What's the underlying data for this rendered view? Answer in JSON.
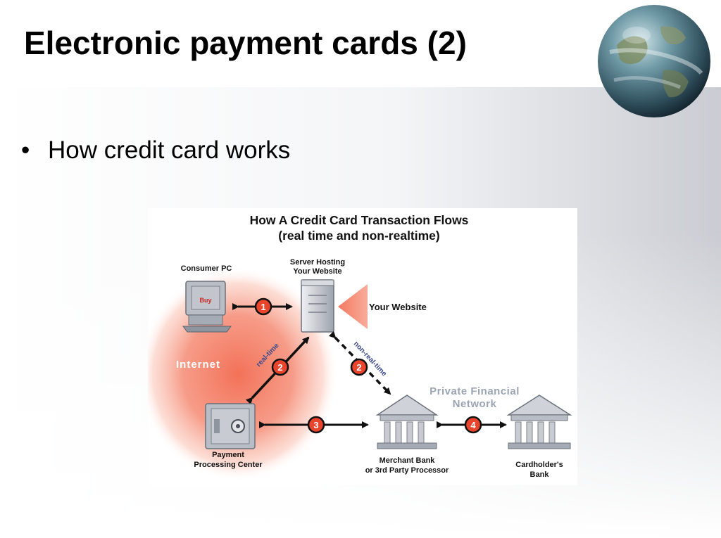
{
  "slide": {
    "title": "Electronic payment cards (2)",
    "bullets": [
      {
        "text": "How credit card works"
      }
    ]
  },
  "diagram": {
    "title_line1": "How A Credit Card Transaction Flows",
    "title_line2": "(real time and non-realtime)",
    "nodes": {
      "consumer_pc": "Consumer PC",
      "buy_label": "Buy",
      "server_line1": "Server Hosting",
      "server_line2": "Your Website",
      "your_website": "Your Website",
      "internet": "Internet",
      "private_net_line1": "Private Financial",
      "private_net_line2": "Network",
      "payment_line1": "Payment",
      "payment_line2": "Processing Center",
      "merchant_line1": "Merchant Bank",
      "merchant_line2": "or 3rd Party Processor",
      "cardholder_line1": "Cardholder's",
      "cardholder_line2": "Bank"
    },
    "labels": {
      "real_time": "real-time",
      "non_real_time": "non-real-time"
    },
    "steps": [
      "1",
      "2",
      "2",
      "3",
      "4"
    ]
  },
  "colors": {
    "internet_glow": "#f26a4f",
    "arrow": "#111111",
    "step_circle_fill": "#e8452c",
    "private_net_text": "#9aa4b2",
    "arrow_label_blue": "#3a4a8a"
  }
}
